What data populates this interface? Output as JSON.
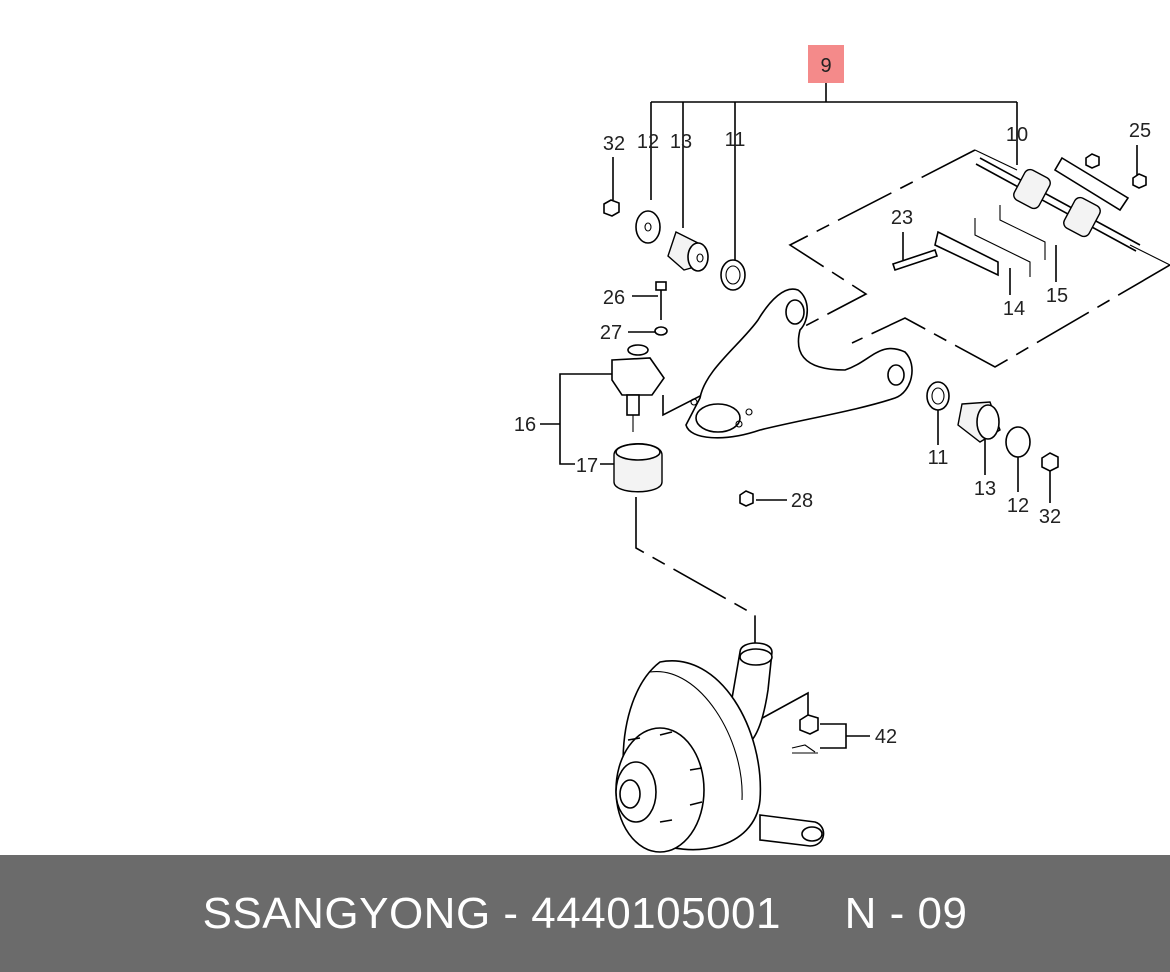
{
  "highlight_color": "#f48a8a",
  "callouts": {
    "c9": "9",
    "c10": "10",
    "c11a": "11",
    "c11b": "11",
    "c12a": "12",
    "c12b": "12",
    "c13a": "13",
    "c13b": "13",
    "c14": "14",
    "c15": "15",
    "c16": "16",
    "c17": "17",
    "c23": "23",
    "c25": "25",
    "c26": "26",
    "c27": "27",
    "c28": "28",
    "c32a": "32",
    "c32b": "32",
    "c42": "42"
  },
  "footer": {
    "text": "SSANGYONG - 4440105001     N - 09"
  }
}
